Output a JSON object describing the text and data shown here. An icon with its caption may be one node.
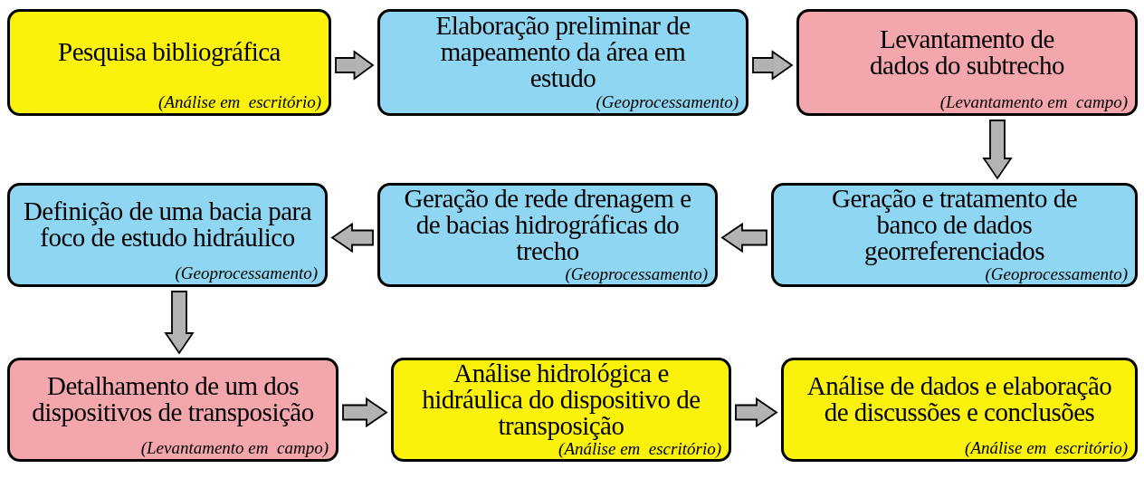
{
  "diagram": {
    "nodes": [
      {
        "text": [
          "Pesquisa bibliográfica",
          "(Análise em  escritório)"
        ]
      },
      {
        "text": [
          "Elaboração preliminar de mapeamento da área em estudo",
          "(Geoprocessamento)"
        ]
      },
      {
        "text": [
          "Levantamento de dados do subtrecho",
          "(Levantamento em  campo)"
        ]
      },
      {
        "text": [
          "Definição de uma bacia para foco de estudo hidráulico",
          "(Geoprocessamento)"
        ]
      },
      {
        "text": [
          "Geração de rede drenagem e de bacias hidrográficas do trecho",
          "(Geoprocessamento)"
        ]
      },
      {
        "text": [
          "Geração e tratamento de banco de dados georreferenciados",
          "(Geoprocessamento)"
        ]
      },
      {
        "text": [
          "Detalhamento de um dos dispositivos de transposição",
          "(Levantamento em  campo)"
        ]
      },
      {
        "text": [
          "Análise hidrológica e hidráulica do dispositivo de transposição",
          "(Análise em  escritório)"
        ]
      },
      {
        "text": [
          "Análise de dados e elaboração de discussões e conclusões",
          "(Análise em  escritório)"
        ]
      }
    ],
    "edges": [
      {
        "from": 0,
        "to": 1,
        "arrow": "to"
      },
      {
        "from": 1,
        "to": 2,
        "arrow": "to"
      },
      {
        "from": 2,
        "to": 5,
        "arrow": "to"
      },
      {
        "from": 5,
        "to": 4,
        "arrow": "to"
      },
      {
        "from": 4,
        "to": 3,
        "arrow": "to"
      },
      {
        "from": 3,
        "to": 6,
        "arrow": "to"
      },
      {
        "from": 6,
        "to": 7,
        "arrow": "to"
      },
      {
        "from": 7,
        "to": 8,
        "arrow": "to"
      }
    ]
  }
}
